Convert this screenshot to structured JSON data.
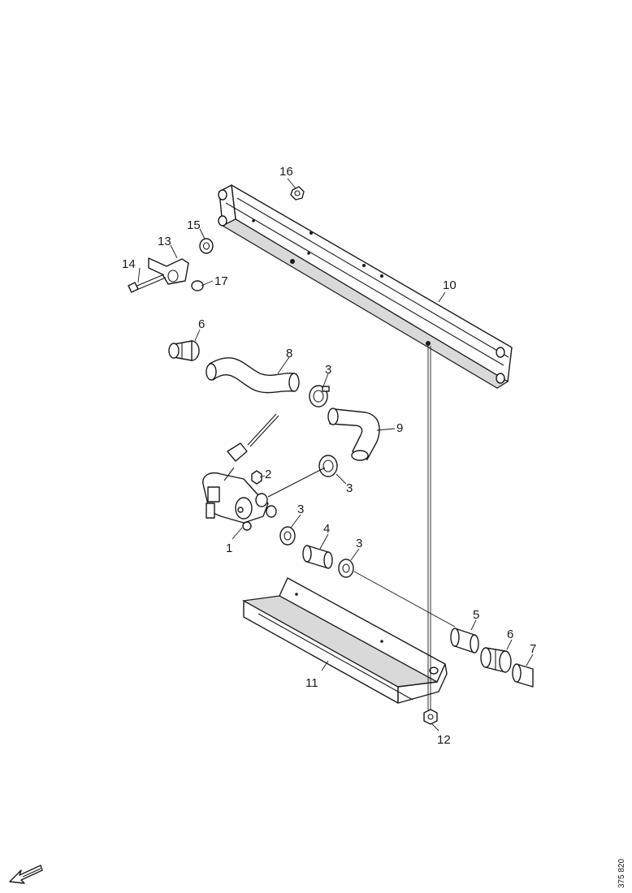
{
  "callouts": {
    "c1": "1",
    "c2": "2",
    "c3a": "3",
    "c3b": "3",
    "c3c": "3",
    "c3d": "3",
    "c4": "4",
    "c5": "5",
    "c6a": "6",
    "c6b": "6",
    "c7": "7",
    "c8": "8",
    "c9": "9",
    "c10": "10",
    "c11": "11",
    "c12": "12",
    "c13": "13",
    "c14": "14",
    "c15": "15",
    "c16": "16",
    "c17": "17"
  },
  "document_id": "375 820",
  "icons": {
    "orientation_arrow": "arrow-lower-left-icon"
  }
}
